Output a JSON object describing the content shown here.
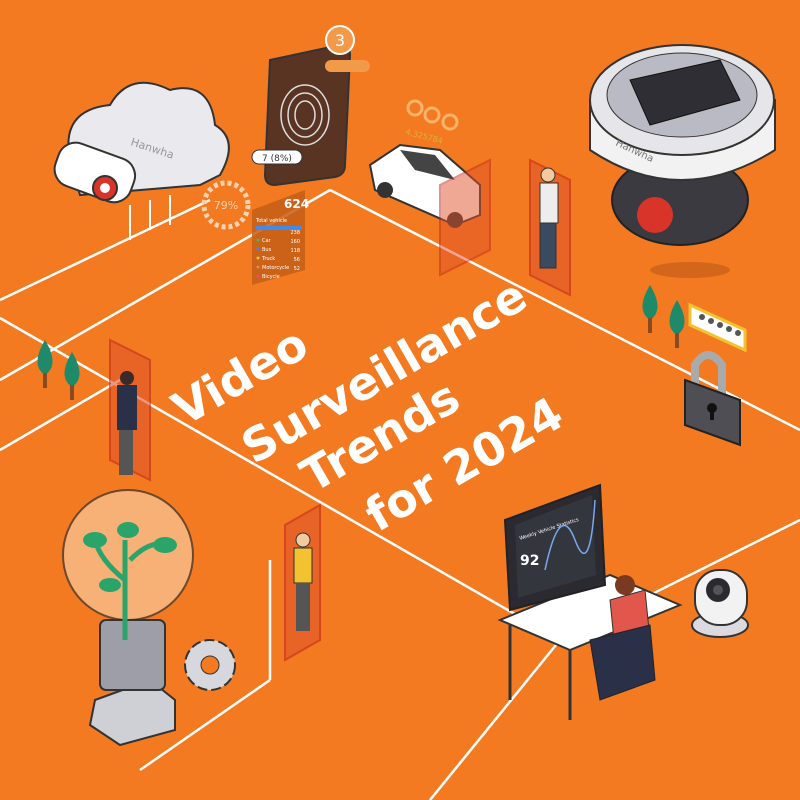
{
  "title": {
    "lines": [
      "Video",
      "Surveillance",
      "Trends",
      "for 2024"
    ]
  },
  "cloud_camera": {
    "brand": "Hanwha"
  },
  "dome_camera": {
    "brand": "Hanwha"
  },
  "fingerprint_panel": {
    "badge_number": "3",
    "stat": "7 (8%)"
  },
  "vehicle_stats": {
    "gauge_percent": "79%",
    "label": "Total vehicle",
    "total": "624",
    "rows": [
      {
        "name": "Car",
        "value": "238",
        "color": "#3DBE5B"
      },
      {
        "name": "Bus",
        "value": "160",
        "color": "#3E8BF0"
      },
      {
        "name": "Truck",
        "value": "118",
        "color": "#F2C230"
      },
      {
        "name": "Motorcycle",
        "value": "56",
        "color": "#F08A3A"
      },
      {
        "name": "Bicycle",
        "value": "52",
        "color": "#E84C8A"
      }
    ]
  },
  "car_counter": {
    "value": "4,325784"
  },
  "monitor": {
    "heading": "Weekly Vehicle Statistics",
    "value": "92"
  },
  "colors": {
    "background": "#F37A20",
    "accent_red": "#D8342A",
    "tree_green": "#1E8A6A"
  }
}
